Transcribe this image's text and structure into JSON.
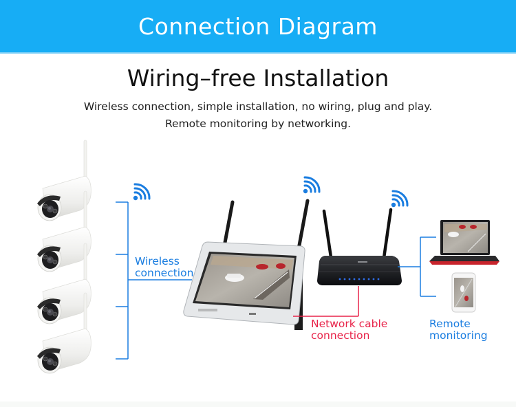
{
  "banner": {
    "title": "Connection Diagram"
  },
  "header": {
    "title": "Wiring–free Installation",
    "subtitle_line1": "Wireless connection, simple installation, no wiring, plug and play.",
    "subtitle_line2": "Remote monitoring by networking."
  },
  "diagram": {
    "cameras": [
      {
        "name": "Wireless camera 1"
      },
      {
        "name": "Wireless camera 2"
      },
      {
        "name": "Wireless camera 3"
      },
      {
        "name": "Wireless camera 4"
      }
    ],
    "wireless_label_line1": "Wireless",
    "wireless_label_line2": "connection",
    "network_label_line1": "Network cable",
    "network_label_line2": "connection",
    "remote_label_line1": "Remote",
    "remote_label_line2": "monitoring",
    "devices": {
      "nvr": "NVR monitor",
      "router": "Wireless router",
      "laptop": "Laptop",
      "phone": "Smartphone"
    }
  },
  "colors": {
    "banner": "#17adf5",
    "wireless_line": "#1a7de0",
    "network_line": "#e8244a",
    "wifi_icon": "#1a7de0"
  }
}
